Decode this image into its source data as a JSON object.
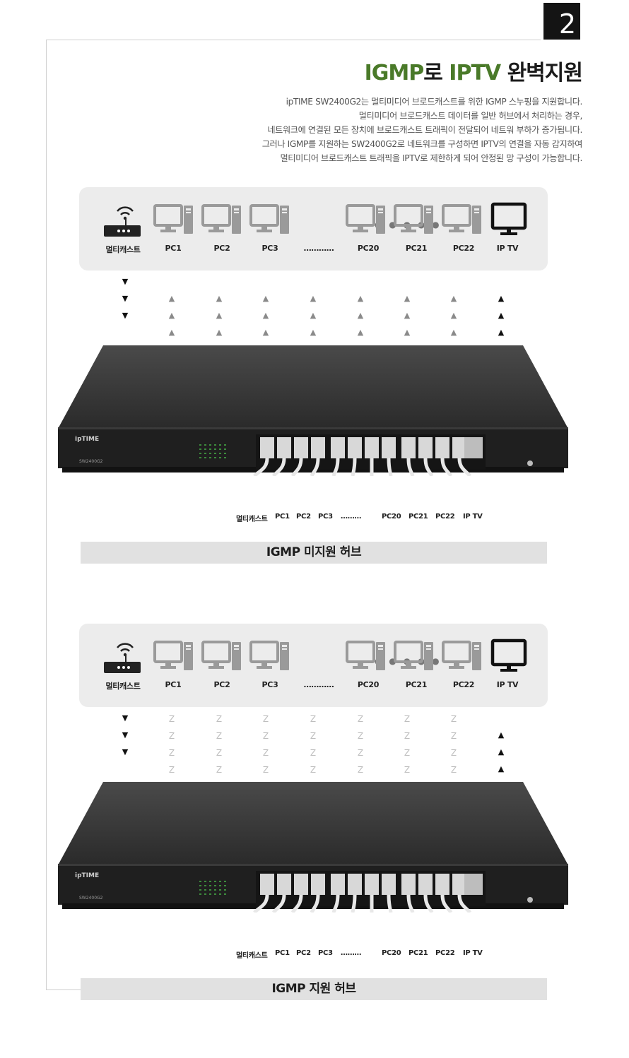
{
  "badge": "2",
  "title": {
    "green1": "IGMP",
    "mid": "로 ",
    "green2": "IPTV",
    "rest": " 완벽지원"
  },
  "intro": [
    "ipTIME SW2400G2는 멀티미디어 브로드캐스트를 위한 IGMP 스누핑을 지원합니다.",
    "멀티미디어 브로드캐스트 데이터를 일반 허브에서 처리하는 경우,",
    "네트워크에 연결된 모든 장치에 브로드캐스트 트래픽이 전달되어 네트워 부하가 증가됩니다.",
    "그러나 IGMP를 지원하는 SW2400G2로 네트워크를 구성하면 IPTV의 연결을 자동 감지하여",
    "멀티미디어 브로드캐스트 트래픽을 IPTV로 제한하게 되어 안정된 망 구성이 가능합니다."
  ],
  "devices": {
    "multicast": "멀티캐스트",
    "pc1": "PC1",
    "pc2": "PC2",
    "pc3": "PC3",
    "ellipsis": "…………",
    "pc20": "PC20",
    "pc21": "PC21",
    "pc22": "PC22",
    "iptv": "IP TV"
  },
  "port_labels": {
    "multicast": "멀티캐스트",
    "pc1": "PC1",
    "pc2": "PC2",
    "pc3": "PC3",
    "ellipsis": "………",
    "pc20": "PC20",
    "pc21": "PC21",
    "pc22": "PC22",
    "iptv": "IP TV"
  },
  "switch": {
    "brand": "ipTIME",
    "model": "SW2400G2"
  },
  "sections": {
    "non_igmp": {
      "caption": "IGMP 미지원 허브"
    },
    "igmp": {
      "caption": "IGMP 지원 허브"
    }
  },
  "symbols": {
    "down": "▼",
    "up": "▲",
    "blocked": "Z"
  },
  "colors": {
    "accent_green": "#4a7a29",
    "panel": "#ececec",
    "caption_bar": "#e1e1e1",
    "switch_body": "#2b2b2b"
  }
}
